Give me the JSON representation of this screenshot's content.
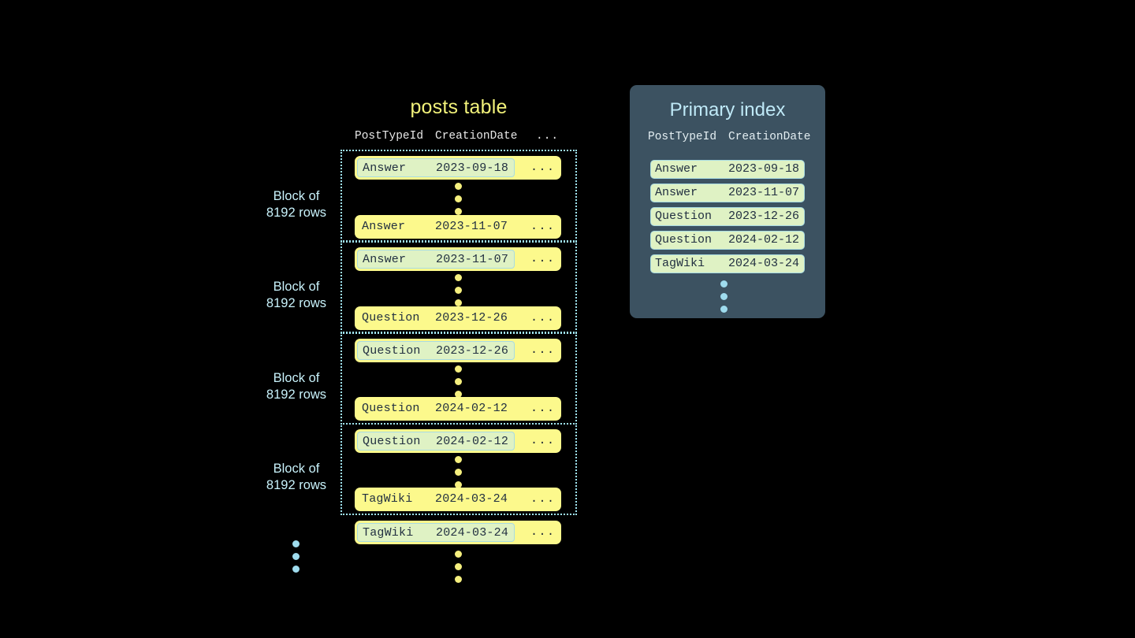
{
  "posts_table": {
    "title": "posts table",
    "columns": {
      "post_type_id": "PostTypeId",
      "creation_date": "CreationDate",
      "ellipsis": "..."
    },
    "blocks": [
      {
        "label_line1": "Block of",
        "label_line2": "8192 rows",
        "first_row": {
          "type": "Answer",
          "date": "2023-09-18",
          "ellipsis": "...",
          "highlighted": true
        },
        "last_row": {
          "type": "Answer",
          "date": "2023-11-07",
          "ellipsis": "...",
          "highlighted": false
        }
      },
      {
        "label_line1": "Block of",
        "label_line2": "8192 rows",
        "first_row": {
          "type": "Answer",
          "date": "2023-11-07",
          "ellipsis": "...",
          "highlighted": true
        },
        "last_row": {
          "type": "Question",
          "date": "2023-12-26",
          "ellipsis": "...",
          "highlighted": false
        }
      },
      {
        "label_line1": "Block of",
        "label_line2": "8192 rows",
        "first_row": {
          "type": "Question",
          "date": "2023-12-26",
          "ellipsis": "...",
          "highlighted": true
        },
        "last_row": {
          "type": "Question",
          "date": "2024-02-12",
          "ellipsis": "...",
          "highlighted": false
        }
      },
      {
        "label_line1": "Block of",
        "label_line2": "8192 rows",
        "first_row": {
          "type": "Question",
          "date": "2024-02-12",
          "ellipsis": "...",
          "highlighted": true
        },
        "last_row": {
          "type": "TagWiki",
          "date": "2024-03-24",
          "ellipsis": "...",
          "highlighted": false
        }
      }
    ],
    "trailing_row": {
      "type": "TagWiki",
      "date": "2024-03-24",
      "ellipsis": "...",
      "highlighted": true
    }
  },
  "primary_index": {
    "title": "Primary index",
    "columns": {
      "post_type_id": "PostTypeId",
      "creation_date": "CreationDate"
    },
    "rows": [
      {
        "type": "Answer",
        "date": "2023-09-18"
      },
      {
        "type": "Answer",
        "date": "2023-11-07"
      },
      {
        "type": "Question",
        "date": "2023-12-26"
      },
      {
        "type": "Question",
        "date": "2024-02-12"
      },
      {
        "type": "TagWiki",
        "date": "2024-03-24"
      }
    ]
  },
  "colors": {
    "background": "#000000",
    "row_yellow": "#fcf98c",
    "highlight_green": "#dff2c4",
    "highlight_border": "#a8dbe2",
    "block_border_cyan": "#9fe3ef",
    "label_cyan": "#c8f2fb",
    "title_yellow": "#f2f27a",
    "panel_slate": "#3c5261",
    "index_title_cyan": "#bfe9f7",
    "dot_yellow": "#f5ef7e",
    "dot_cyan": "#9fdcee",
    "text_dark": "#223041"
  }
}
